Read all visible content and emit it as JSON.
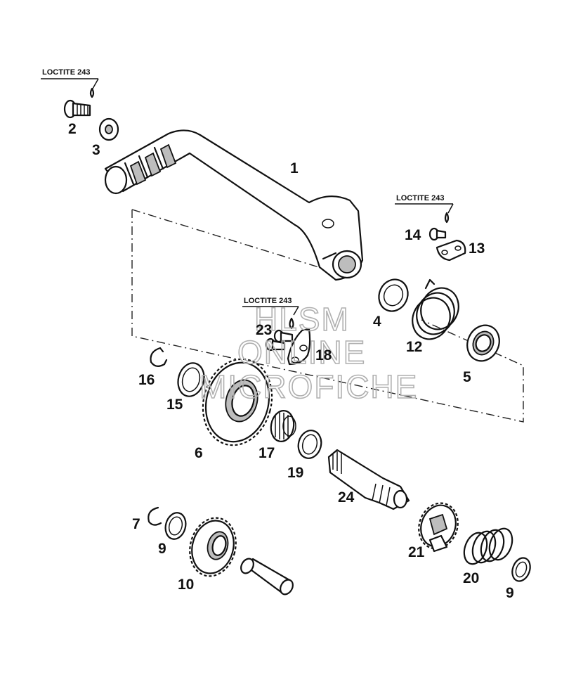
{
  "loctite_notes": [
    "LOCTITE 243",
    "LOCTITE 243",
    "LOCTITE 243"
  ],
  "watermark": [
    "HLSM",
    "ONLINE",
    "MICROFICHE"
  ],
  "part_numbers": [
    "1",
    "2",
    "3",
    "4",
    "5",
    "6",
    "7",
    "9",
    "9",
    "10",
    "12",
    "13",
    "14",
    "15",
    "16",
    "17",
    "18",
    "19",
    "20",
    "21",
    "23",
    "24"
  ]
}
